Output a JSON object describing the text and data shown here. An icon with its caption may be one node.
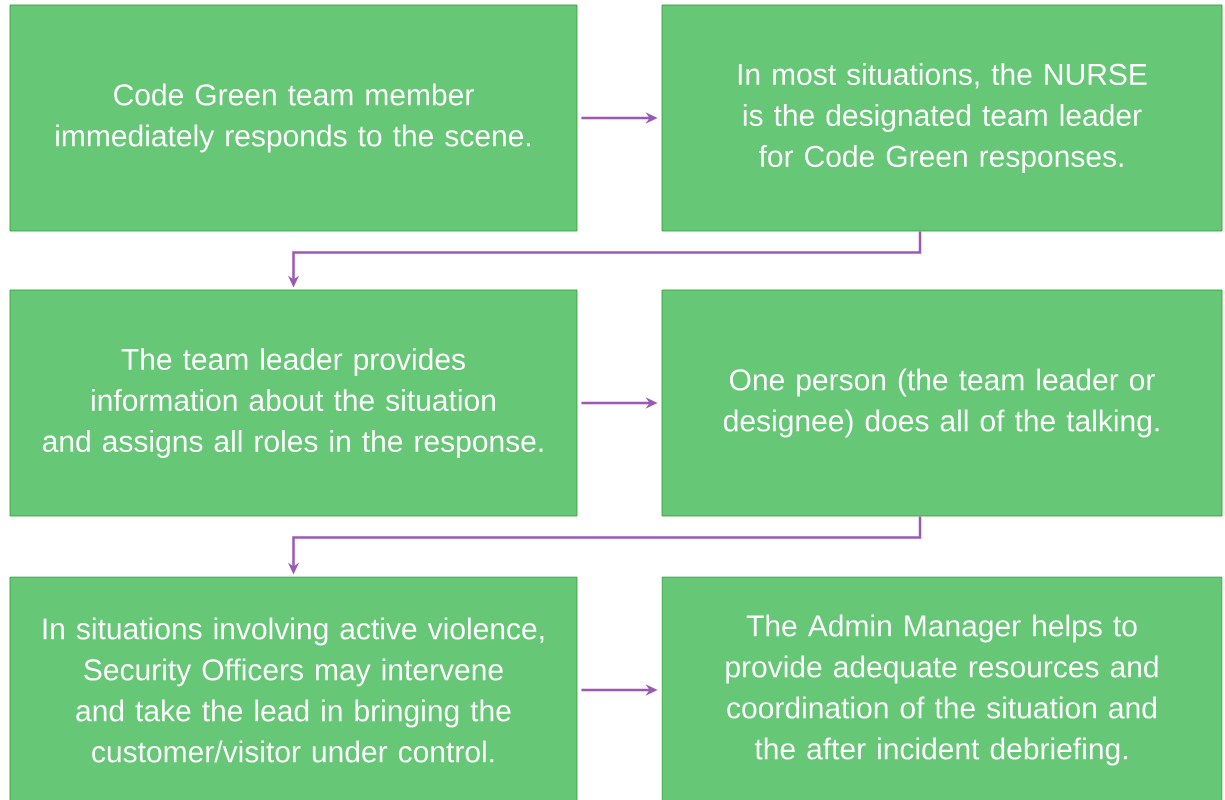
{
  "diagram": {
    "nodes": [
      {
        "text": [
          "Code Green team member immediately responds to the scene."
        ]
      },
      {
        "text": [
          "In most situations, the NURSE is the designated team leader for Code Green responses."
        ]
      },
      {
        "text": [
          "The team leader provides information about the situation and assigns all roles in the response."
        ]
      },
      {
        "text": [
          "One person (the team leader or designee) does all of the talking."
        ]
      },
      {
        "text": [
          "In situations involving active violence, Security Officers may intervene and take the lead in bringing the customer/visitor under control."
        ]
      },
      {
        "text": [
          "The Admin Manager helps to provide adequate resources and coordination of the situation and the after incident debriefing."
        ]
      }
    ],
    "edges": [
      {
        "from": 0,
        "to": 1,
        "arrow": "to"
      },
      {
        "from": 1,
        "to": 2,
        "arrow": "to"
      },
      {
        "from": 2,
        "to": 3,
        "arrow": "to"
      },
      {
        "from": 3,
        "to": 4,
        "arrow": "to"
      },
      {
        "from": 4,
        "to": 5,
        "arrow": "to"
      }
    ]
  }
}
